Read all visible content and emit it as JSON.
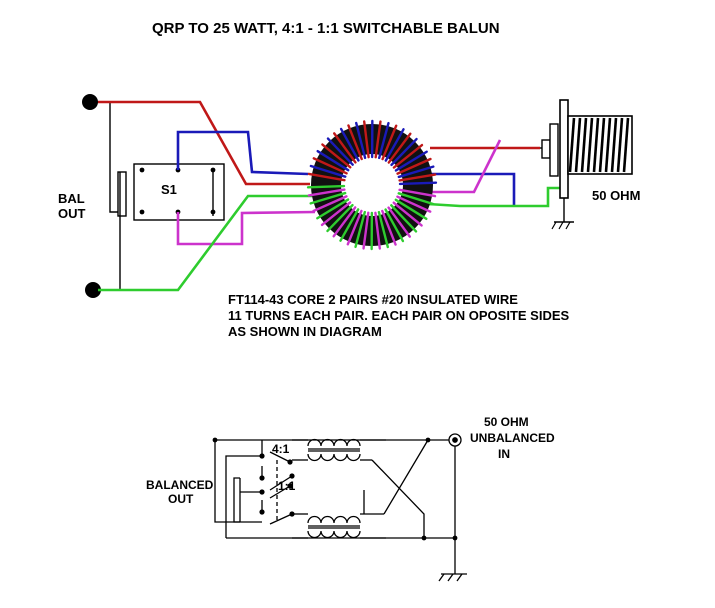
{
  "title": "QRP TO 25 WATT,  4:1 - 1:1 SWITCHABLE BALUN",
  "top_diagram": {
    "switch_label": "S1",
    "bal_out_line1": "BAL",
    "bal_out_line2": "OUT",
    "ohm_label": "50 OHM",
    "notes": [
      "FT114-43 CORE   2 PAIRS #20 INSULATED WIRE",
      "11 TURNS EACH PAIR.  EACH PAIR ON OPOSITE SIDES",
      "AS SHOWN IN DIAGRAM"
    ]
  },
  "schematic": {
    "ratio_41": "4:1",
    "ratio_11": "1:1",
    "balanced_line1": "BALANCED",
    "balanced_line2": "OUT",
    "unbal_line1": "50 OHM",
    "unbal_line2": "UNBALANCED",
    "unbal_line3": "IN"
  },
  "colors": {
    "red": "#c01818",
    "blue": "#1a1ab8",
    "green": "#2ecc2e",
    "magenta": "#cc33cc",
    "core": "#111111",
    "ink": "#000000"
  }
}
